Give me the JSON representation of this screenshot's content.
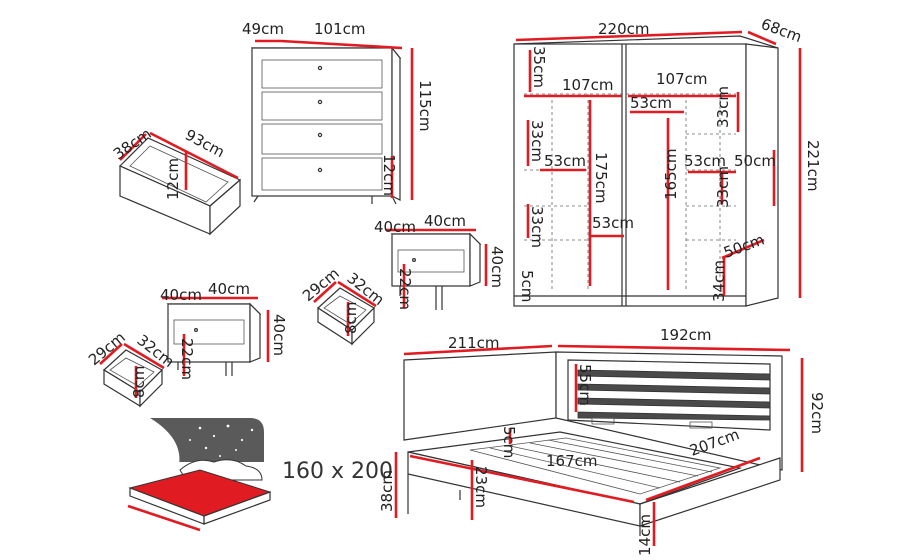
{
  "labels": {
    "dresser_depth": "49cm",
    "dresser_width": "101cm",
    "dresser_height": "115cm",
    "dresser_leg": "12cm",
    "drawer_depth": "38cm",
    "drawer_width": "93cm",
    "drawer_height": "12cm",
    "wardrobe_width": "220cm",
    "wardrobe_depth": "68cm",
    "wardrobe_height": "221cm",
    "wardrobe_top_shelf": "35cm",
    "wardrobe_left_half": "107cm",
    "wardrobe_right_half": "107cm",
    "wardrobe_rail_width": "53cm",
    "wardrobe_shelf_33a": "33cm",
    "wardrobe_shelf_33b": "33cm",
    "wardrobe_shelf_33c": "33cm",
    "wardrobe_shelf_33d": "33cm",
    "wardrobe_53_left": "53cm",
    "wardrobe_53_mid": "53cm",
    "wardrobe_53_right": "53cm",
    "wardrobe_175": "175cm",
    "wardrobe_165": "165cm",
    "wardrobe_50a": "50cm",
    "wardrobe_50b": "50cm",
    "wardrobe_34": "34cm",
    "wardrobe_5": "5cm",
    "ns1_depth": "40cm",
    "ns1_width": "40cm",
    "ns1_height": "40cm",
    "ns1_drawer_depth": "29cm",
    "ns1_drawer_width": "32cm",
    "ns1_drawer_h": "8cm",
    "ns1_leg": "22cm",
    "ns2_depth": "40cm",
    "ns2_width": "40cm",
    "ns2_height": "40cm",
    "ns2_drawer_depth": "29cm",
    "ns2_drawer_width": "32cm",
    "ns2_drawer_h": "8cm",
    "ns2_leg": "22cm",
    "bed_length": "211cm",
    "bed_width": "192cm",
    "bed_height": "92cm",
    "bed_headboard": "55cm",
    "bed_inner_length": "207cm",
    "bed_inner_width": "167cm",
    "bed_frame_5": "5cm",
    "bed_frame_23": "23cm",
    "bed_side": "38cm",
    "bed_leg": "14cm",
    "mattress_size": "160 x 200"
  },
  "colors": {
    "accent": "#e11b22",
    "line": "#333333",
    "slat": "#4a4a4a",
    "night_sky": "#5a5a5a"
  },
  "icons": {
    "mattress": "mattress-illustration-icon",
    "moon": "moon-icon",
    "stars": "star-icon"
  }
}
